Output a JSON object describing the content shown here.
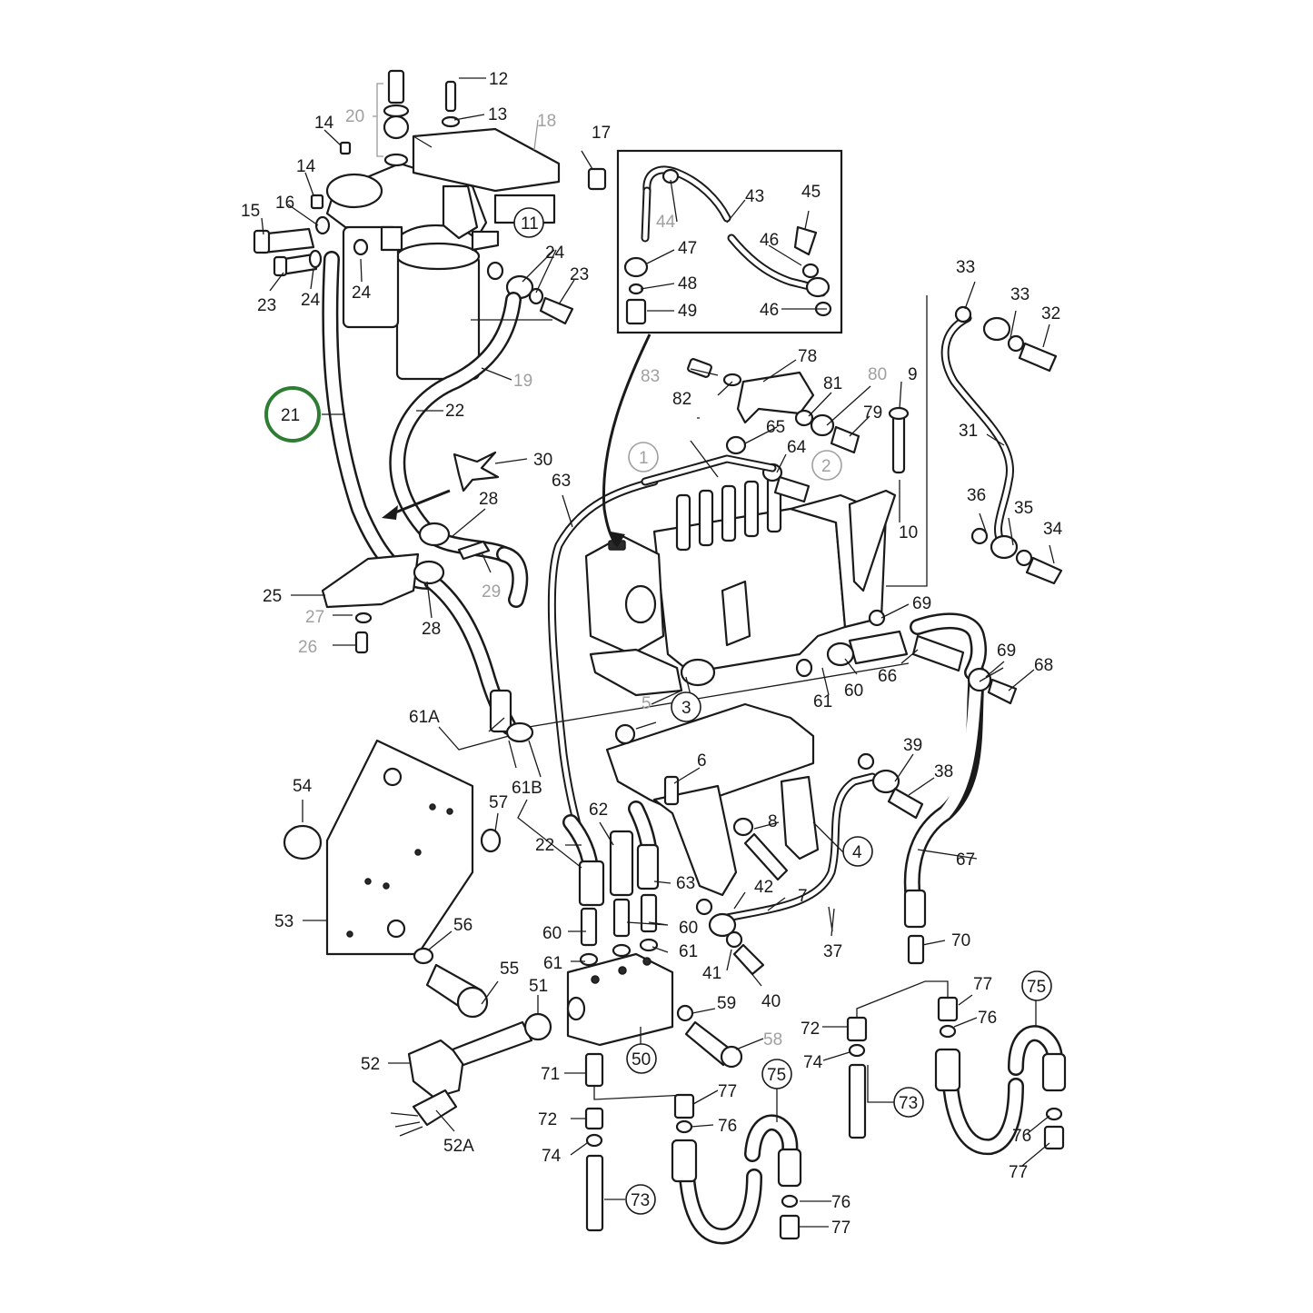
{
  "colors": {
    "ink": "#1a1a1a",
    "grey_label": "#a0a0a0",
    "highlight": "#2e7d32",
    "background": "#ffffff"
  },
  "highlighted_part": "21",
  "labels": {
    "l12": "12",
    "l13": "13",
    "l20": "20",
    "l18": "18",
    "l17": "17",
    "l14a": "14",
    "l14b": "14",
    "l15": "15",
    "l16": "16",
    "l23a": "23",
    "l24a": "24",
    "l24b": "24",
    "l24c": "24",
    "l23b": "23",
    "l11": "11",
    "l19": "19",
    "l22a": "22",
    "l21": "21",
    "l44": "44",
    "l43": "43",
    "l45": "45",
    "l47": "47",
    "l48": "48",
    "l49": "49",
    "l46a": "46",
    "l46b": "46",
    "l78": "78",
    "l83": "83",
    "l82": "82",
    "l81": "81",
    "l80": "80",
    "l79": "79",
    "l9": "9",
    "l65": "65",
    "l64": "64",
    "l1": "1",
    "l2": "2",
    "l10": "10",
    "l33a": "33",
    "l33b": "33",
    "l32": "32",
    "l31": "31",
    "l36": "36",
    "l35": "35",
    "l34": "34",
    "l30": "30",
    "l63": "63",
    "l28a": "28",
    "l28b": "28",
    "l29": "29",
    "l25": "25",
    "l27": "27",
    "l26": "26",
    "l69a": "69",
    "l69b": "69",
    "l68": "68",
    "l66": "66",
    "l60a": "60",
    "l61a": "61",
    "l3": "3",
    "l5": "5",
    "l61A": "61A",
    "l61B": "61B",
    "l6": "6",
    "l39": "39",
    "l38": "38",
    "l54": "54",
    "l57": "57",
    "l62": "62",
    "l8": "8",
    "l4": "4",
    "l22b": "22",
    "l63b": "63",
    "l42": "42",
    "l7": "7",
    "l67": "67",
    "l53": "53",
    "l56": "56",
    "l60b": "60",
    "l60c": "60",
    "l61b": "61",
    "l61c": "61",
    "l41": "41",
    "l40": "40",
    "l37": "37",
    "l70": "70",
    "l55": "55",
    "l51": "51",
    "l59": "59",
    "l58": "58",
    "l50": "50",
    "l52": "52",
    "l52A": "52A",
    "l72a": "72",
    "l74a": "74",
    "l73a": "73",
    "l77a": "77",
    "l76a": "76",
    "l75a": "75",
    "l76b": "76",
    "l77b": "77",
    "l71": "71",
    "l72b": "72",
    "l74b": "74",
    "l73b": "73",
    "l77c": "77",
    "l76c": "76",
    "l75b": "75",
    "l76d": "76",
    "l77d": "77"
  }
}
